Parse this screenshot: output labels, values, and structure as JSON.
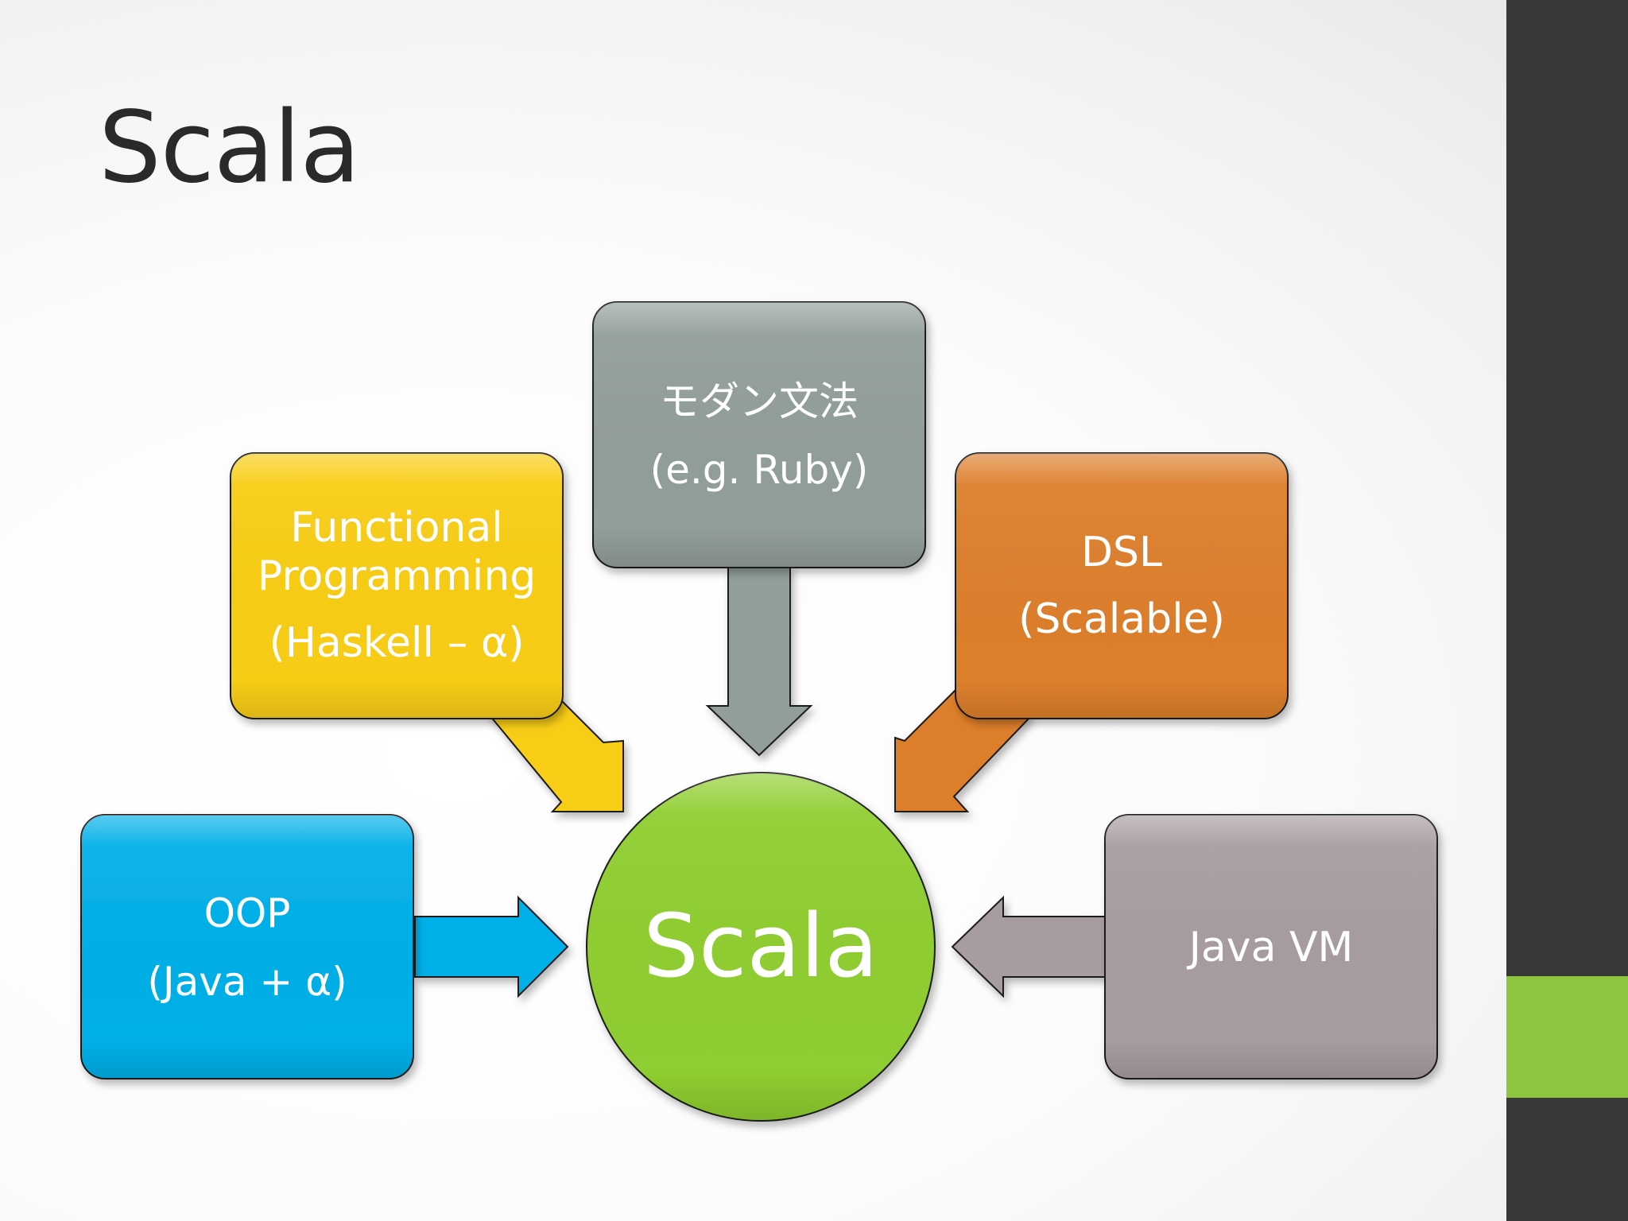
{
  "slide": {
    "title": "Scala"
  },
  "diagram": {
    "center": {
      "label": "Scala",
      "color": "#8fce30"
    },
    "nodes": [
      {
        "id": "oop",
        "lines": [
          "OOP",
          "(Java + α)"
        ],
        "color": "#00b0e8"
      },
      {
        "id": "functional",
        "lines": [
          "Functional",
          "Programming",
          "(Haskell – α)"
        ],
        "color": "#f8cd14"
      },
      {
        "id": "modern",
        "lines": [
          "モダン文法",
          "(e.g. Ruby)"
        ],
        "color": "#929e9c"
      },
      {
        "id": "dsl",
        "lines": [
          "DSL",
          "(Scalable)"
        ],
        "color": "#dd7f2c"
      },
      {
        "id": "jvm",
        "lines": [
          "Java VM"
        ],
        "color": "#a79d9f"
      }
    ]
  },
  "colors": {
    "sidebar": "#383838",
    "sidebar_accent": "#8cc63f",
    "title_text": "#2a2a2a"
  }
}
